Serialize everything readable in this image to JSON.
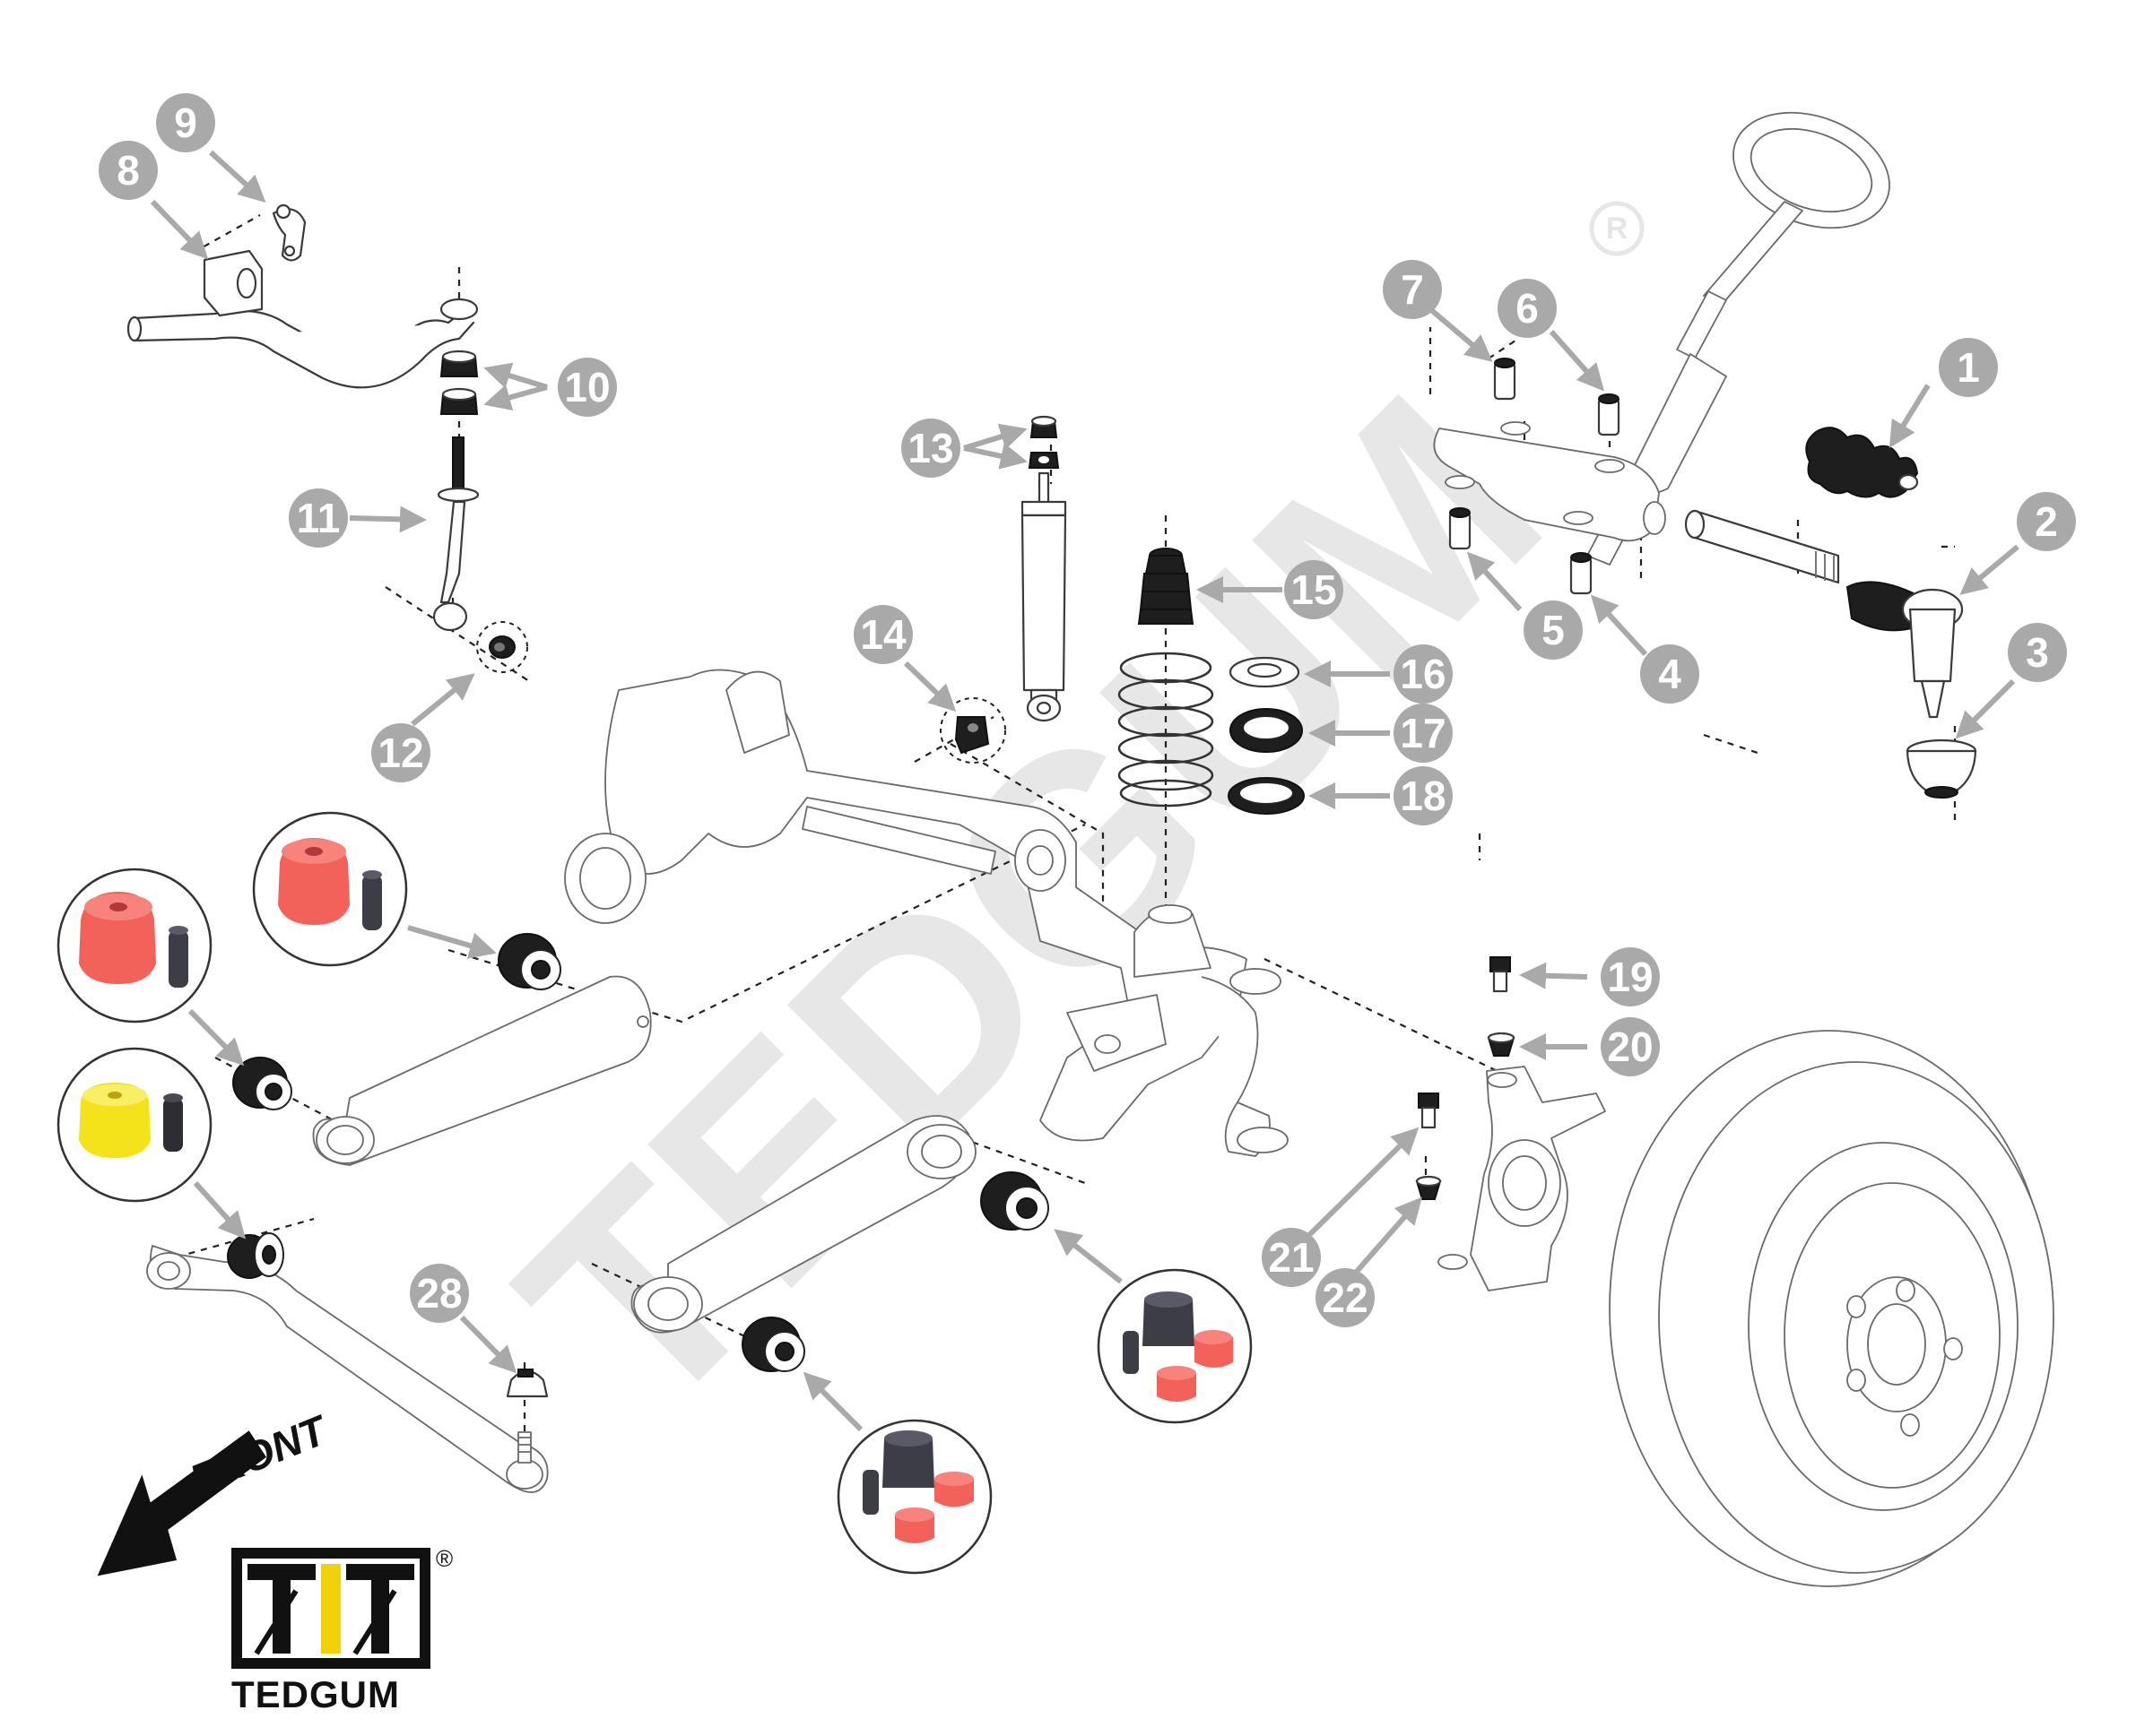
{
  "brand": {
    "name": "TEDGUM",
    "registered_mark": "®",
    "logo_colors": {
      "dark": "#111111",
      "accent": "#f2d10a"
    }
  },
  "watermark": {
    "text": "TEDGUM",
    "registered_mark": "®"
  },
  "direction_label": "FRONT",
  "callout_color": "#a9a9a9",
  "bushing_colors": {
    "red": "#f2625a",
    "yellow": "#f4e21a",
    "sleeve": "#3d3d46"
  },
  "callouts": [
    "1",
    "2",
    "3",
    "4",
    "5",
    "6",
    "7",
    "8",
    "9",
    "10",
    "11",
    "12",
    "13",
    "14",
    "15",
    "16",
    "17",
    "18",
    "19",
    "20",
    "21",
    "22",
    "28"
  ]
}
